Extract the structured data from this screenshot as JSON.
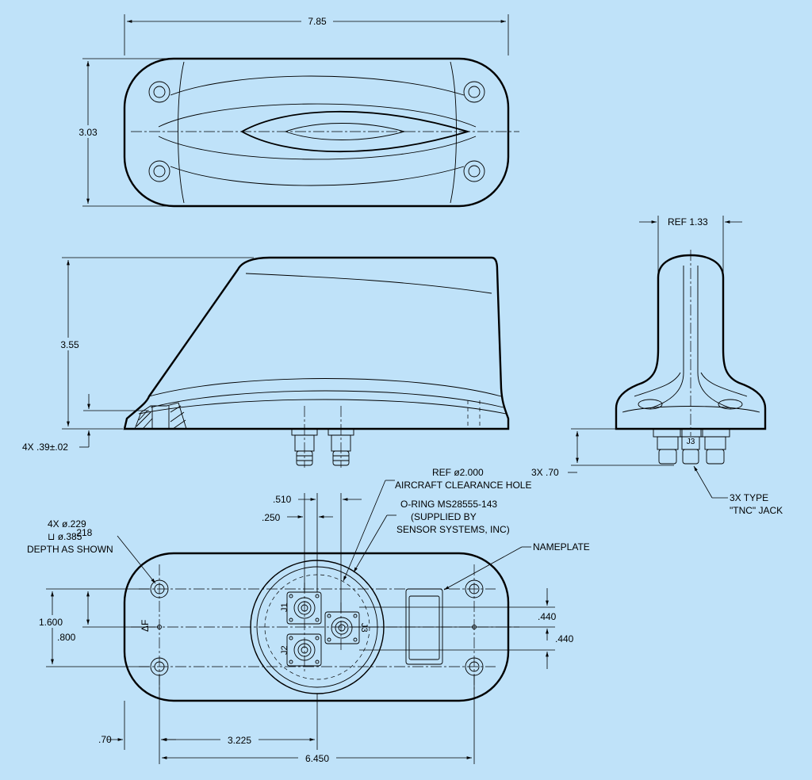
{
  "top_view": {
    "overall_length": "7.85",
    "overall_width": "3.03"
  },
  "side_view": {
    "height": "3.55",
    "hole_depth": "4X .39±.02"
  },
  "end_view": {
    "ref_width": "REF 1.33",
    "connector_label": "J3",
    "connector_length": "3X .70",
    "connector_note_line1": "3X TYPE",
    "connector_note_line2": "\"TNC\" JACK"
  },
  "bottom_view": {
    "hole_callout_line1": "4X ø.229",
    "hole_callout_tol": ".218",
    "hole_callout_cbore": "⊔ ø.385",
    "hole_callout_line3": "DEPTH AS SHOWN",
    "ref_clearance_line1": "REF ø2.000",
    "ref_clearance_line2": "AIRCRAFT CLEARANCE HOLE",
    "oring_line1": "O-RING MS28555-143",
    "oring_line2": "(SUPPLIED BY",
    "oring_line3": "SENSOR SYSTEMS, INC)",
    "nameplate": "NAMEPLATE",
    "dim_510": ".510",
    "dim_250": ".250",
    "dim_1600": "1.600",
    "dim_800": ".800",
    "dim_440_a": ".440",
    "dim_440_b": ".440",
    "dim_70": ".70",
    "dim_3225": "3.225",
    "dim_6450": "6.450",
    "forward_mark": "ΔF",
    "j1": "J1",
    "j2": "J2",
    "j3": "J3"
  },
  "colors": {
    "background": "#bfe2f9",
    "line": "#000000"
  }
}
